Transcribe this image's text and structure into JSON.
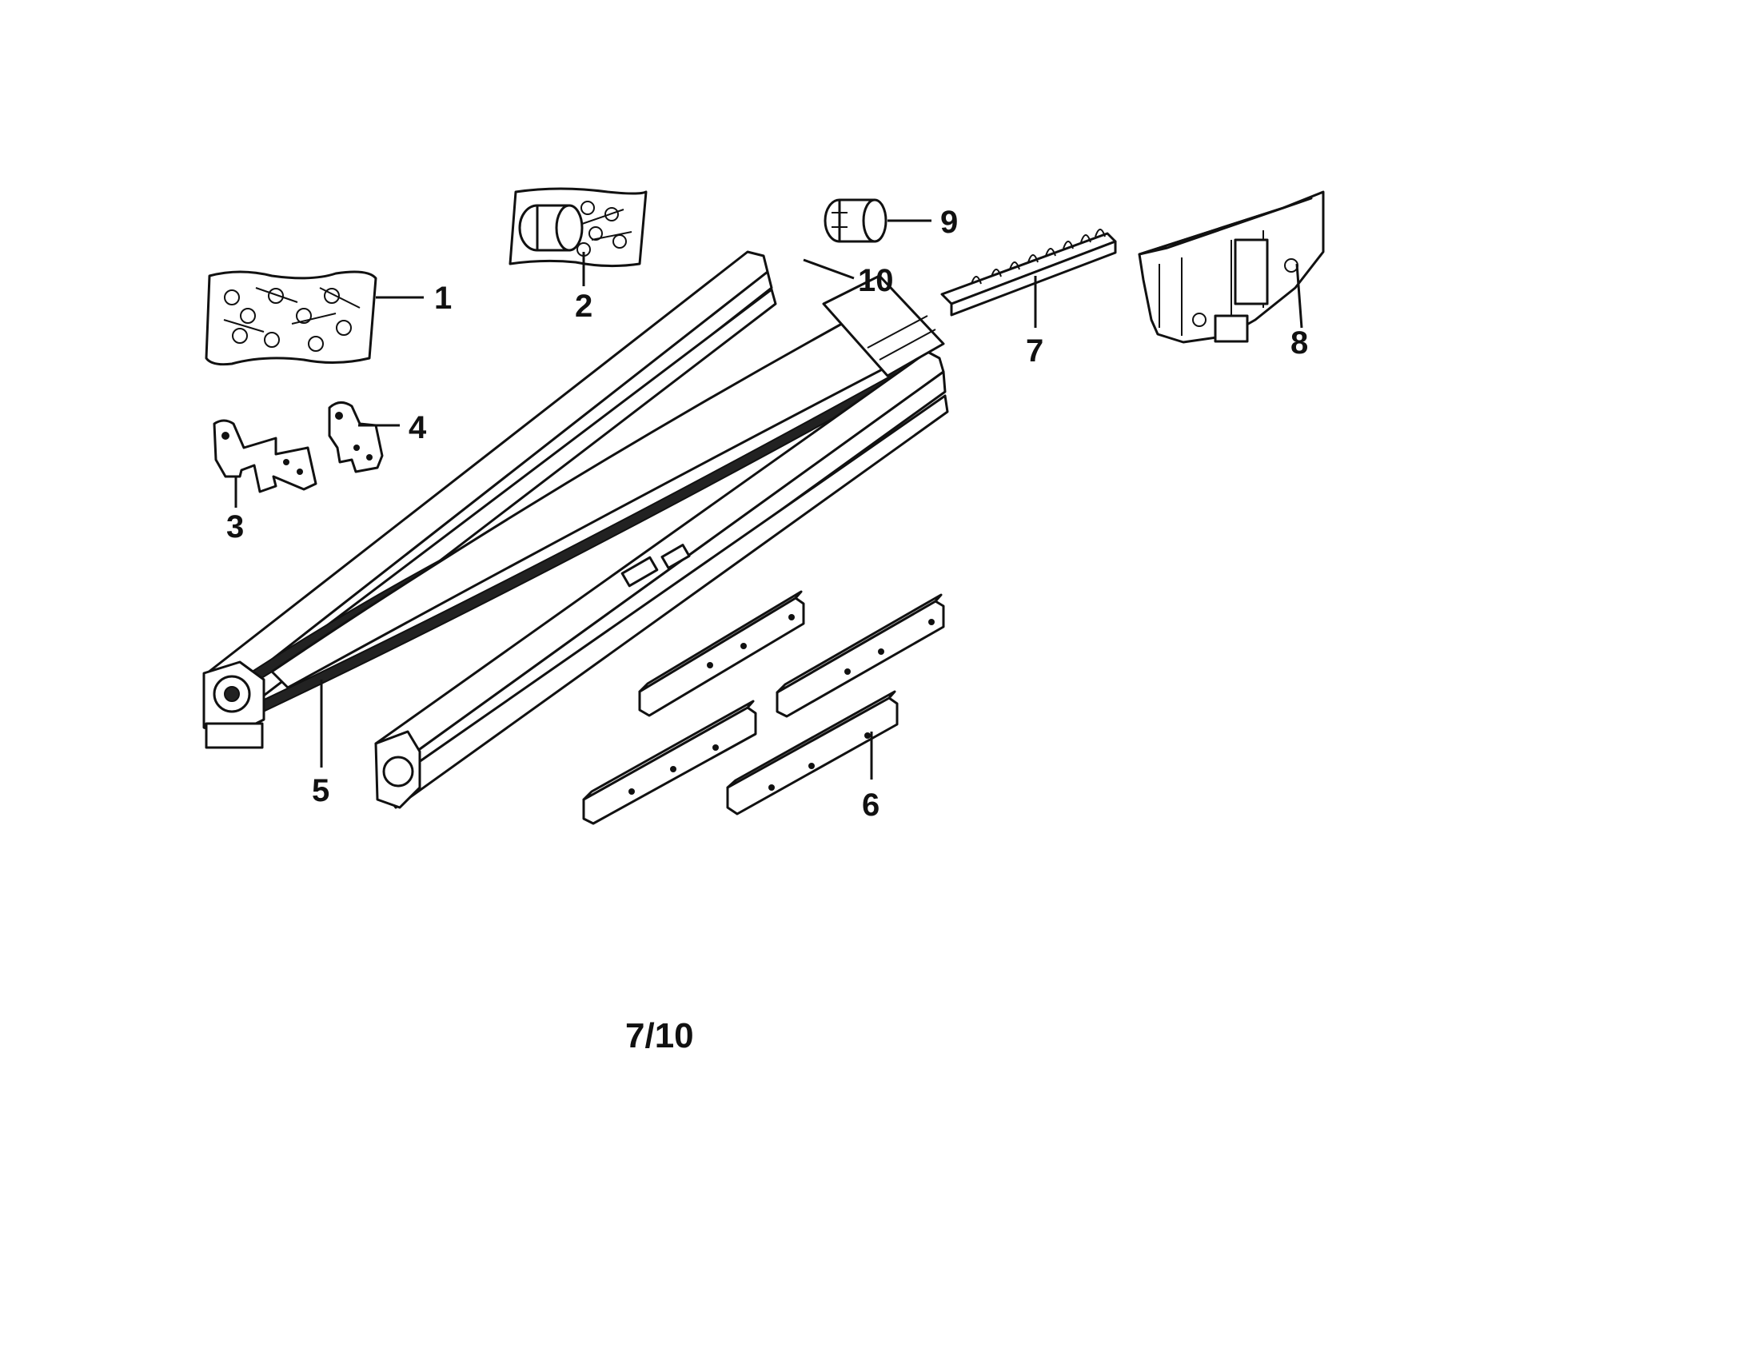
{
  "callouts": {
    "c1": "1",
    "c2": "2",
    "c3": "3",
    "c4": "4",
    "c5": "5",
    "c6": "6",
    "c7": "7",
    "c8": "8",
    "c9": "9",
    "c10": "10"
  },
  "page_number": "7/10"
}
